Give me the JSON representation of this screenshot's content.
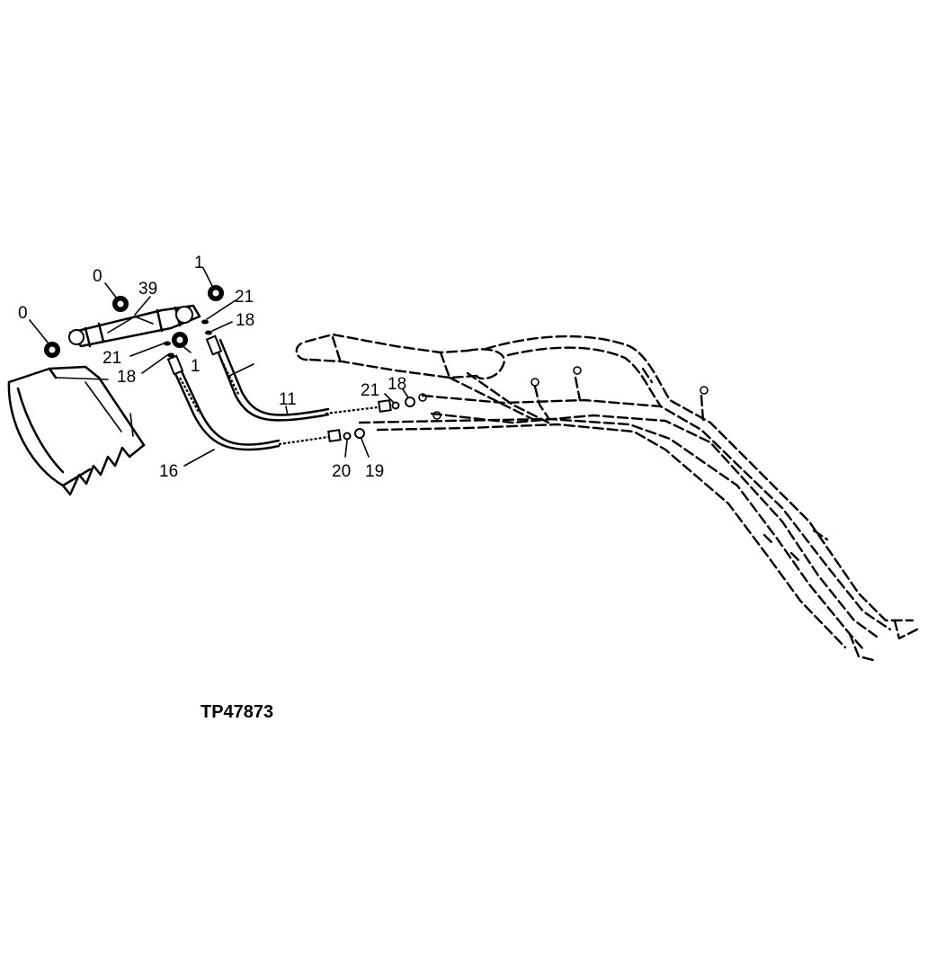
{
  "figure_id": "TP47873",
  "callouts": {
    "c0_upper": "0",
    "c0_left": "0",
    "c39": "39",
    "c1_top": "1",
    "c1_mid": "1",
    "c21_right": "21",
    "c18_right": "18",
    "c21_left": "21",
    "c18_left": "18",
    "c11": "11",
    "c16": "16",
    "c21_mid": "21",
    "c18_mid": "18",
    "c20": "20",
    "c19": "19"
  }
}
